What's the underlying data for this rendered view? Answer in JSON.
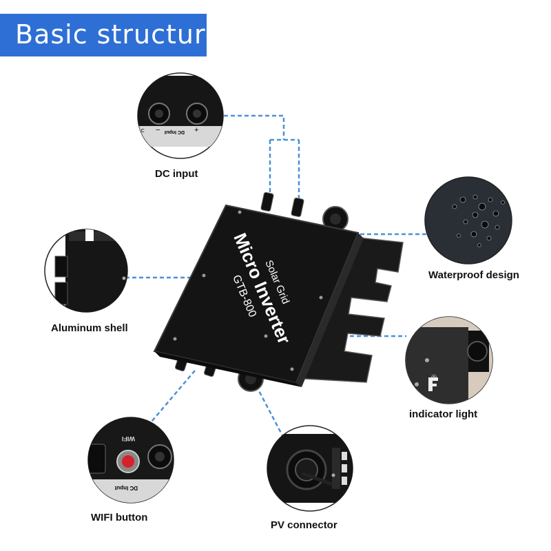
{
  "header": {
    "title": "Basic structure"
  },
  "product": {
    "line1": "Solar Grid",
    "line2": "Micro Inverter",
    "model": "GTB-800"
  },
  "callouts": {
    "dc_input": "DC input",
    "waterproof": "Waterproof design",
    "aluminum": "Aluminum shell",
    "indicator": "indicator light",
    "wifi": "WIFI button",
    "pv": "PV connector"
  },
  "panel_text": {
    "dc_input_small": "DC Input",
    "ac_small": "AC",
    "wifi_small": "WIFI",
    "plus": "+",
    "minus": "−",
    "reg_mark": "®"
  },
  "colors": {
    "banner": "#2e6fd6",
    "leader_line": "#4a90d9",
    "device_body": "#141414"
  }
}
